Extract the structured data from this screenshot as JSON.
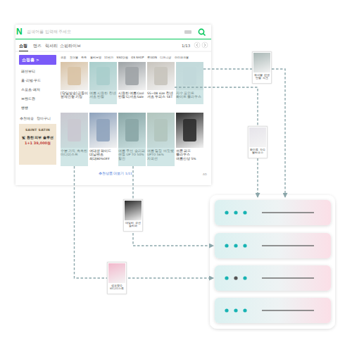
{
  "diagram": {
    "nodes": [
      {
        "text": [
          "쇼핑",
          "맨즈",
          "럭셔리",
          "쇼핑라이브",
          "1/13"
        ]
      },
      {
        "text": [
          "N",
          "검색어를 입력해 주세요"
        ],
        "in": 0
      },
      {
        "text": [
          "쇼핑홈 >"
        ],
        "in": 0
      },
      {
        "text": [
          "SAINT SATIN",
          "빛 환한 피부 솔루션",
          "1+1 39,000원"
        ],
        "in": 0
      },
      {
        "text": [
          "[당일발송]곰돌이 봉제인형 키링"
        ],
        "in": 0
      },
      {
        "text": [
          "여름 시원한 린넨 셔츠 반팔"
        ],
        "in": 0
      },
      {
        "text": [
          "시원한 여름Cool 반팔 티셔츠Sale"
        ],
        "in": 0
      },
      {
        "text": [
          "SS~08 size 린넨 셔츠 투피스 SET"
        ],
        "in": 0
      },
      {
        "text": [
          "자수 포인트 화이트 블라우스"
        ],
        "in": 0
      },
      {
        "text": [
          "수분 가득 촉촉한 바디미스트"
        ],
        "in": 0
      },
      {
        "text": [
          "여대생 와이드 데님팬츠 최대80%OFF"
        ],
        "in": 0
      },
      {
        "text": [
          "여름 쿠션 슬리퍼 샌들 UP TO 50% 할인"
        ],
        "in": 0
      },
      {
        "text": [
          "여름 밀짚 버킷햇 UPTO 56% 자외선"
        ],
        "in": 0
      },
      {
        "text": [
          "쉬폰 퍼프 블라우스 여름신상 5%"
        ],
        "in": 0
      },
      {
        "text": [
          "워셔블 린넨 반팔 셔츠"
        ]
      },
      {
        "text": [
          "화이트 자수 블라우스"
        ]
      },
      {
        "text": [
          "데일리 쿠션 슬리퍼"
        ]
      },
      {
        "text": [
          "섬유향수 바디미스트"
        ]
      }
    ],
    "edges": [
      {
        "from": 8,
        "to": 14,
        "arrow": "none"
      },
      {
        "from": 7,
        "to": 15,
        "arrow": "none"
      },
      {
        "from": 11,
        "to": 16,
        "arrow": "none"
      },
      {
        "from": 9,
        "to": 17,
        "arrow": "none"
      }
    ],
    "labels": [
      "패션뷰티",
      "홈·리빙·푸드",
      "스포츠·레저",
      "브랜드관",
      "쌩쌩",
      "쿠폰",
      "오더몰",
      "쏙쏙",
      "올리브영",
      "11번가",
      "SSG닷컴",
      "GS SHOP",
      "롯데ON",
      "디즈니샵",
      "아이파크몰",
      "추천배송",
      "장바구니",
      "추천상품 더보기 1/11",
      "AD"
    ]
  }
}
